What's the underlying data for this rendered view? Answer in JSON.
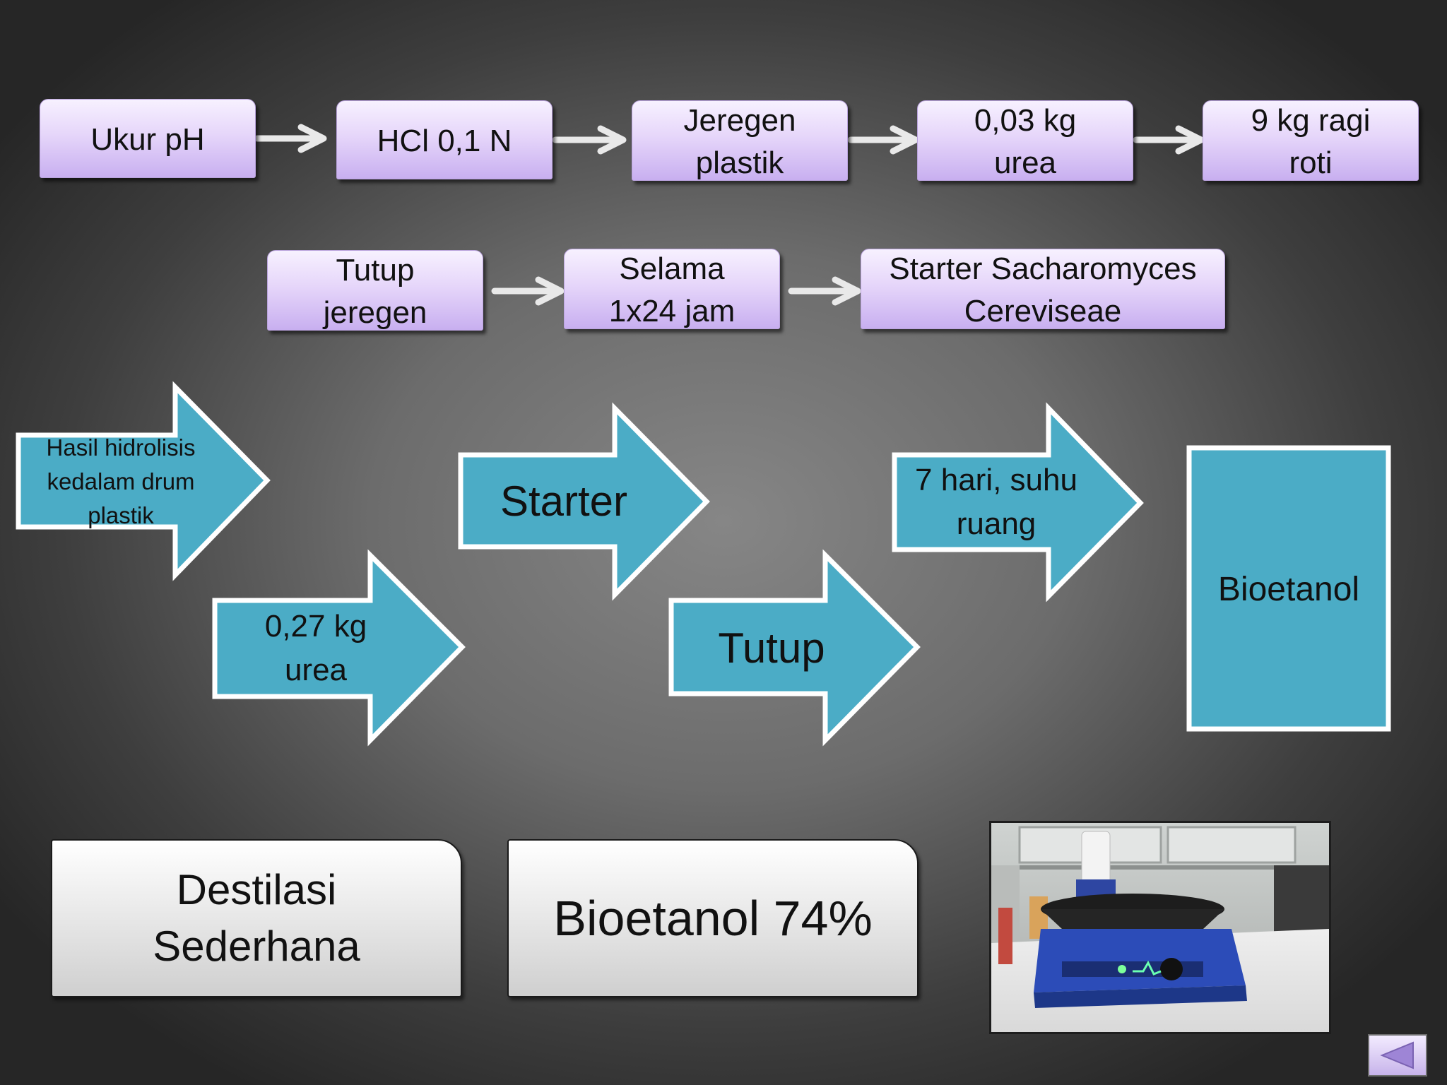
{
  "flow_row1": [
    "Ukur pH",
    "HCl 0,1 N",
    "Jeregen plastik",
    "0,03 kg urea",
    "9 kg ragi roti"
  ],
  "flow_row2": [
    "Tutup jeregen",
    "Selama 1x24 jam",
    "Starter Sacharomyces Cereviseae"
  ],
  "block_arrows": {
    "a1": "Hasil hidrolisis kedalam drum plastik",
    "a2": "0,27 kg urea",
    "a3": "Starter",
    "a4": "Tutup",
    "a5": "7 hari, suhu ruang"
  },
  "result_box": "Bioetanol",
  "bottom": {
    "distillation": "Destilasi Sederhana",
    "result": "Bioetanol 74%"
  },
  "colors": {
    "block_fill": "#4bacc6",
    "block_border": "#ffffff",
    "pill_light": "#f7f1ff",
    "pill_dark": "#c8aff0"
  },
  "icons": {
    "back_button": "triangle-left-icon"
  }
}
